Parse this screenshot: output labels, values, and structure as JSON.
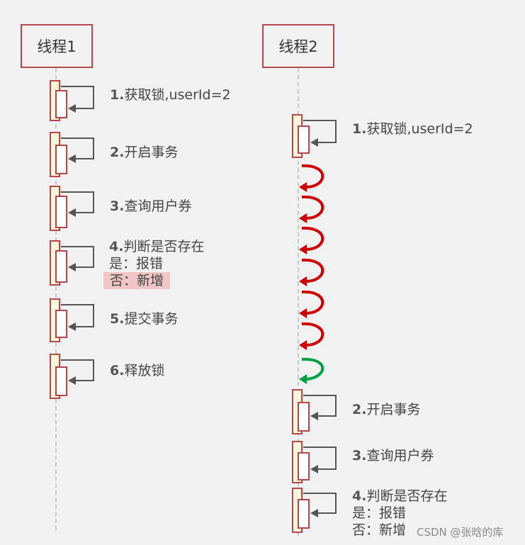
{
  "lifelines": [
    {
      "title": "线程1"
    },
    {
      "title": "线程2"
    }
  ],
  "thread1_steps": [
    {
      "num": "1.",
      "text": "获取锁,userId=2"
    },
    {
      "num": "2.",
      "text": "开启事务"
    },
    {
      "num": "3.",
      "text": "查询用户券"
    },
    {
      "num": "4.",
      "text": "判断是否存在",
      "line2": "是：报错",
      "line3": "否：新增"
    },
    {
      "num": "5.",
      "text": "提交事务"
    },
    {
      "num": "6.",
      "text": "释放锁"
    }
  ],
  "thread2_steps": [
    {
      "num": "1.",
      "text": "获取锁,userId=2"
    },
    {
      "num": "2.",
      "text": "开启事务"
    },
    {
      "num": "3.",
      "text": "查询用户券"
    },
    {
      "num": "4.",
      "text": "判断是否存在",
      "line2": "是：报错",
      "line3": "否：新增"
    }
  ],
  "waiting_arrows": {
    "red_count": 6,
    "green_count": 1
  },
  "colors": {
    "border": "#b3474c",
    "activation_fill": "#fdf7dc",
    "wait_red": "#cc0000",
    "acquire_green": "#00a040",
    "highlight": "#f0c6c6"
  },
  "watermark": "CSDN @张晗的库"
}
